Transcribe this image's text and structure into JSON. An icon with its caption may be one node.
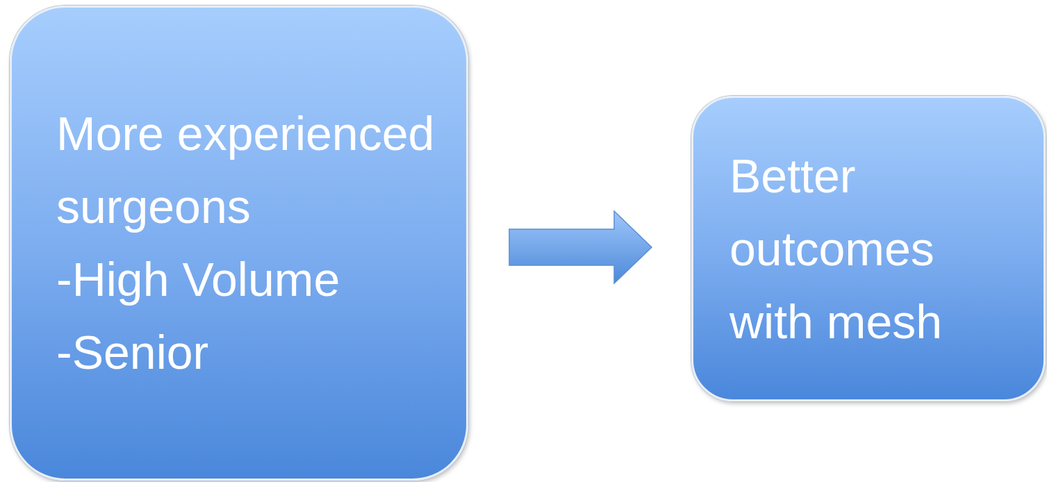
{
  "diagram": {
    "nodes": [
      {
        "text": [
          "More experienced surgeons",
          "-High Volume",
          "-Senior"
        ]
      },
      {
        "text": [
          "Better outcomes with mesh"
        ]
      }
    ],
    "edges": [
      {
        "from": 0,
        "to": 1,
        "arrow": "to"
      }
    ]
  }
}
